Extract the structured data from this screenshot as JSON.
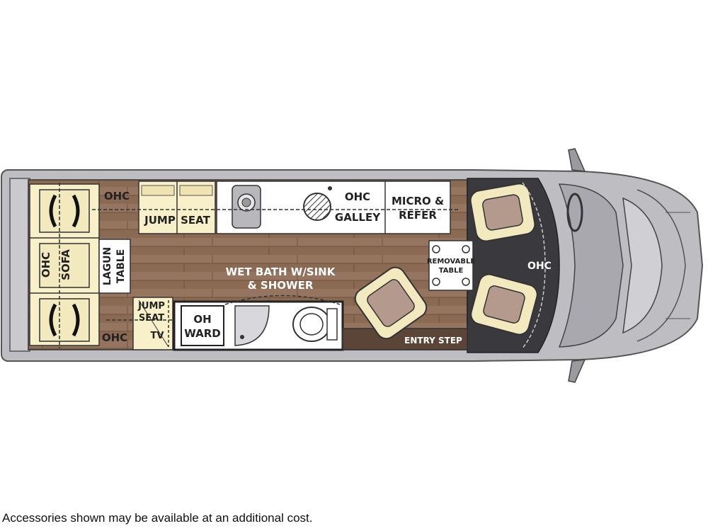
{
  "labels": {
    "ohc_rear_top": "OHC",
    "ohc_rear_bottom": "OHC",
    "ohc_sofa": "OHC",
    "sofa": "SOFA",
    "lagun_line1": "LAGUN",
    "lagun_line2": "TABLE",
    "jump": "JUMP",
    "seat": "SEAT",
    "jump2_line1": "JUMP",
    "jump2_line2": "SEAT",
    "tv": "TV",
    "ward_line1": "OH",
    "ward_line2": "WARD",
    "ohc_galley_line1": "OHC",
    "galley": "GALLEY",
    "micro_line1": "MICRO &",
    "micro_line2": "REFER",
    "wetbath_line1": "WET BATH W/SINK",
    "wetbath_line2": "& SHOWER",
    "removable_line1": "REMOVABLE",
    "removable_line2": "TABLE",
    "ohc_cab": "OHC",
    "entry_step": "ENTRY STEP"
  },
  "caption": "Accessories shown may be available at an additional cost.",
  "colors": {
    "wood": "#8a6a52",
    "cream": "#f7f0c8",
    "body": "#bdbdc2",
    "cab_floor": "#3a3a3e",
    "seat": "#b39a8c"
  }
}
